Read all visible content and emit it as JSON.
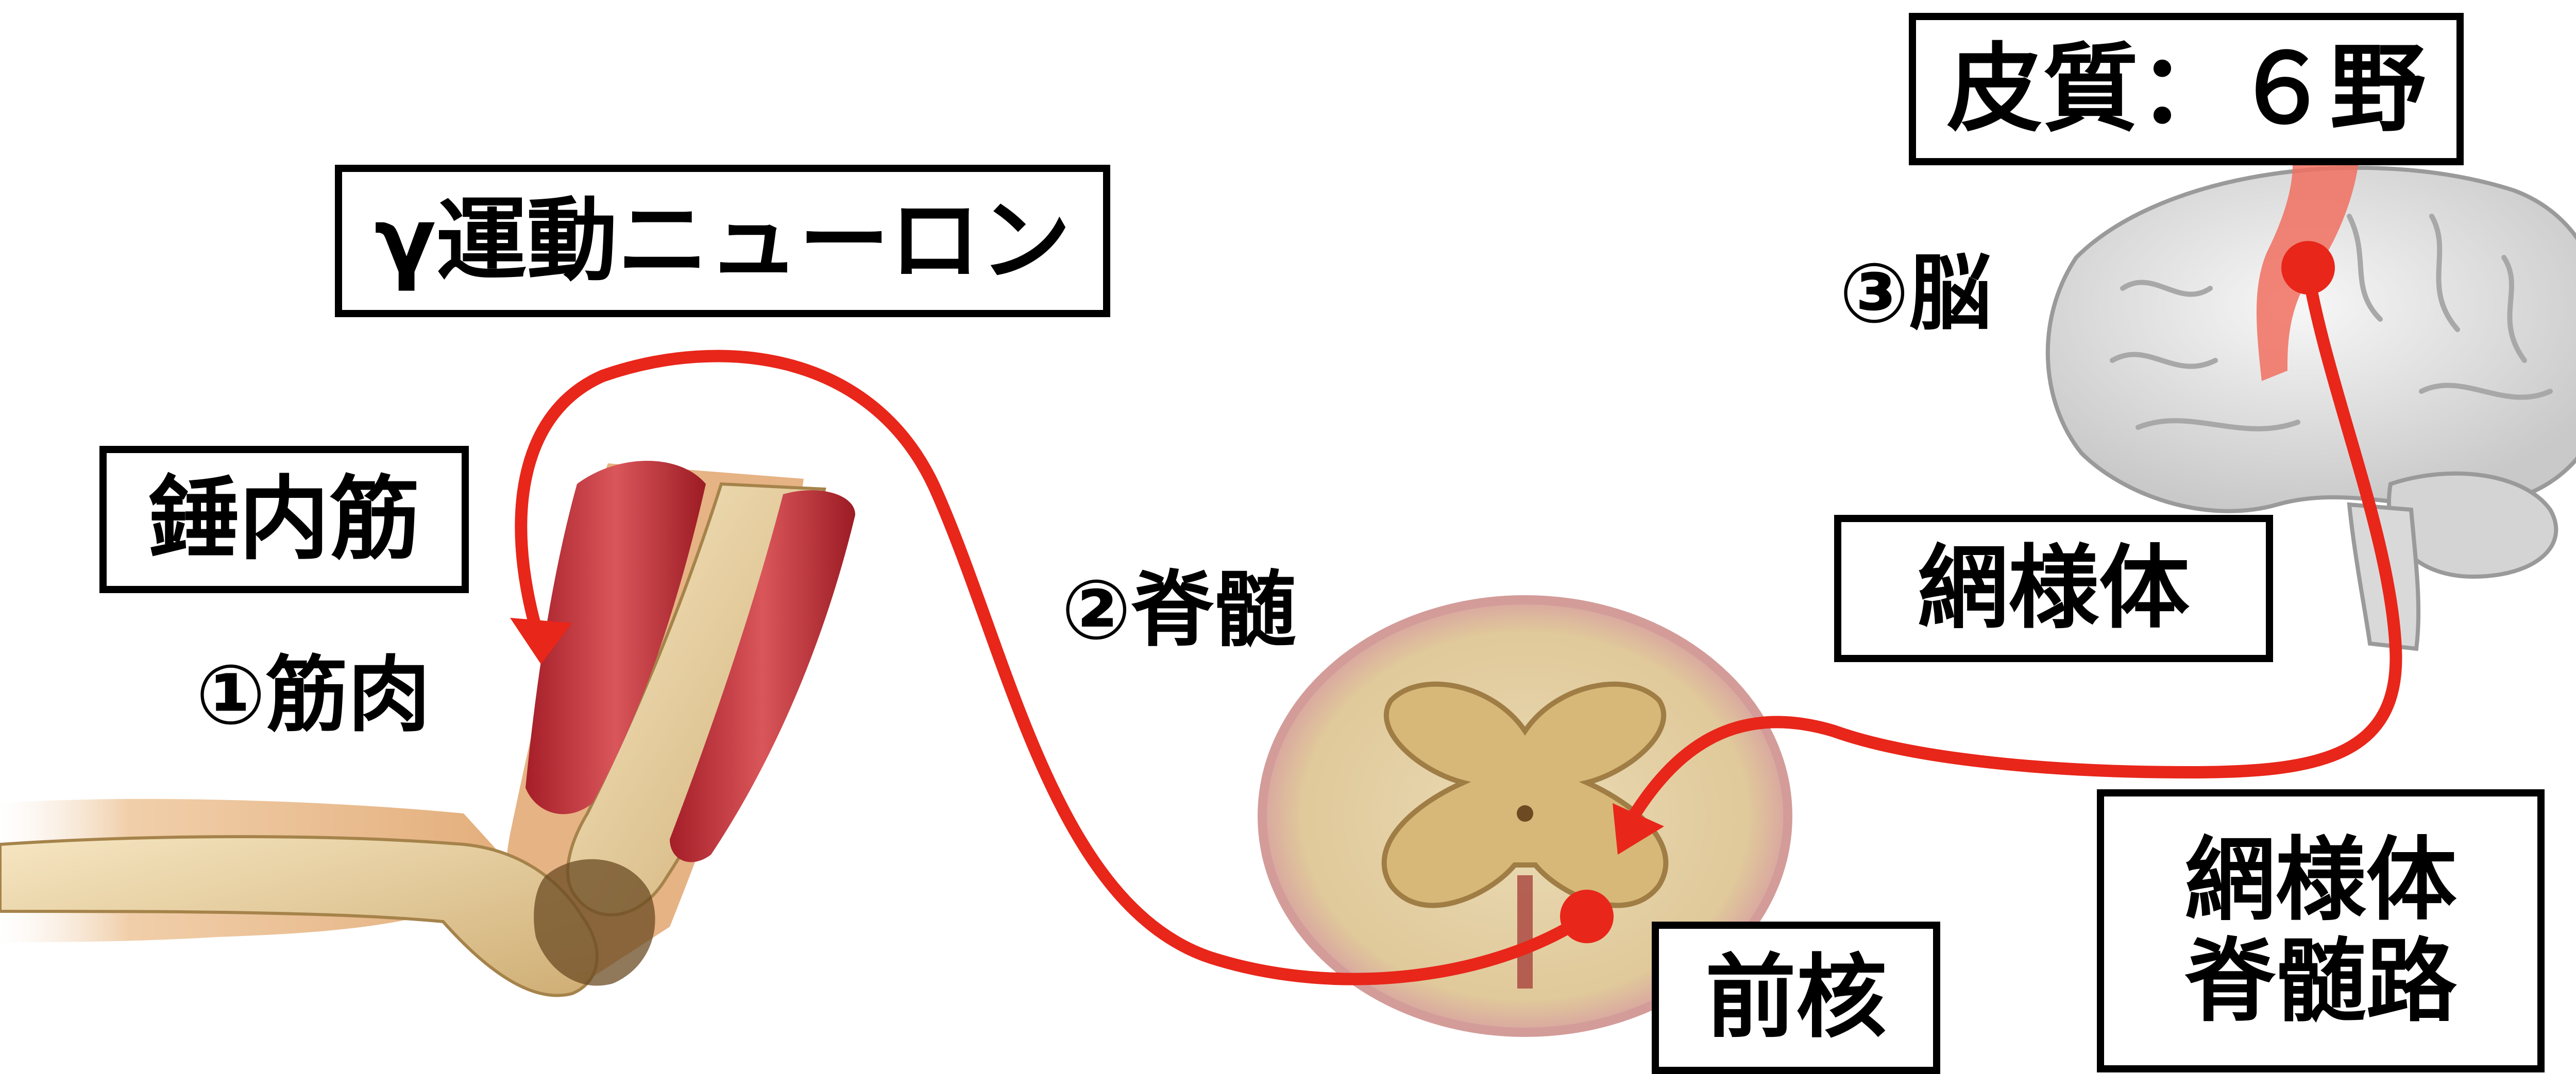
{
  "labels": {
    "cortex": "皮質：６野",
    "gamma_neuron": "γ運動ニューロン",
    "spindle": "錘内筋",
    "muscle": "①筋肉",
    "spinal_cord": "②脊髄",
    "brain": "③脳",
    "reticular_formation": "網様体",
    "anterior_horn": "前核",
    "tract_line1": "網様体",
    "tract_line2": "脊髄路"
  },
  "colors": {
    "pathway": "#e8261a",
    "muscle": "#c8383c",
    "bone": "#e9d2a2",
    "spinal_cord": "#e3d2a8",
    "brain": "#e6e6e6",
    "cortex_highlight": "#f07060"
  },
  "icons": {
    "arm": "arm-with-muscles-illustration",
    "cord": "spinal-cord-cross-section-illustration",
    "brain": "brain-illustration"
  }
}
